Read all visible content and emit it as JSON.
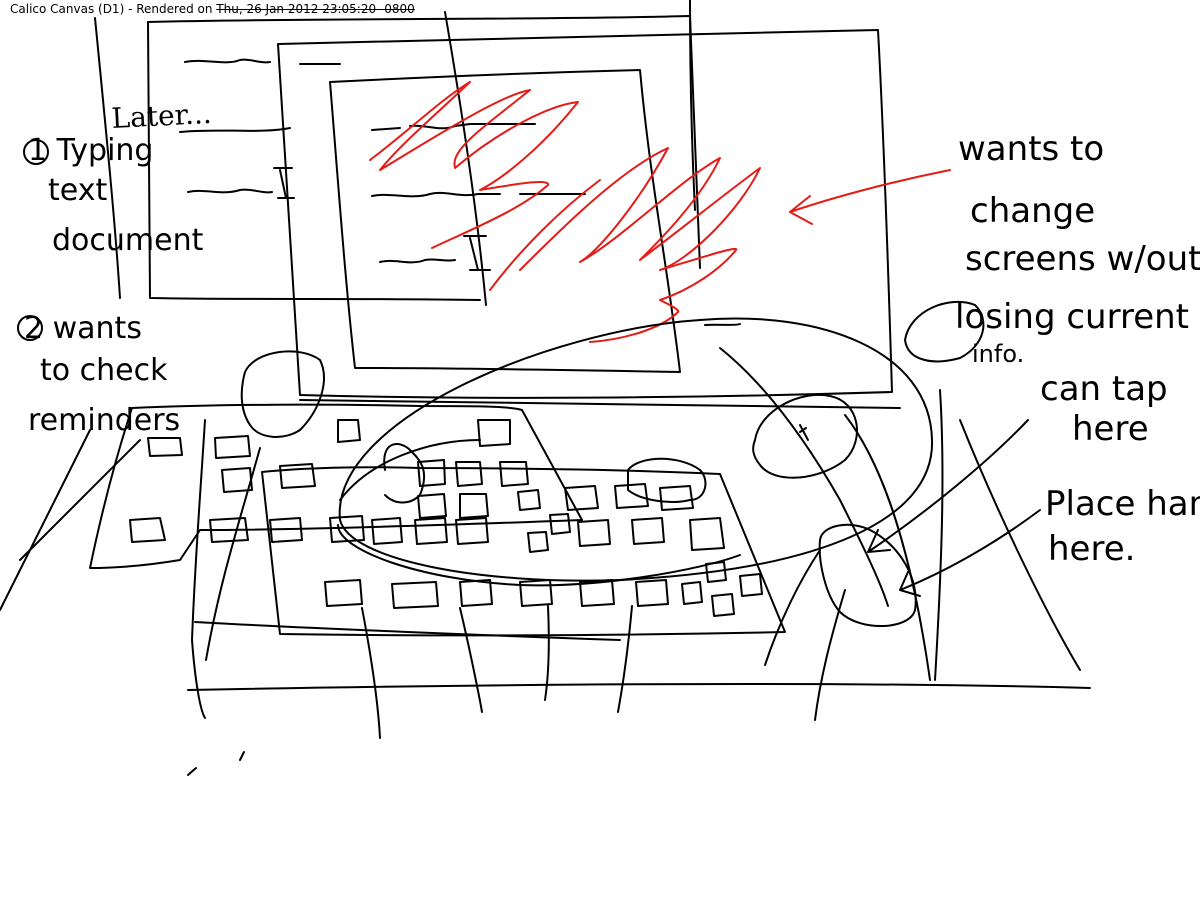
{
  "header": {
    "app_title": "Calico Canvas (D1)",
    "separator": " - ",
    "rendered_label": "Rendered on ",
    "rendered_date": "Thu, 26 Jan 2012 23:05:20 -0800"
  },
  "colors": {
    "ink": "#000000",
    "red_ink": "#e41b17",
    "background": "#ffffff"
  },
  "annotations": {
    "note1": [
      "1 Typing",
      "text",
      "document"
    ],
    "note2": [
      "2 wants",
      "to check",
      "reminders"
    ],
    "note3": [
      "wants to",
      "change",
      "screens w/out",
      "losing current",
      "info."
    ],
    "note4": [
      "can tap",
      "here"
    ],
    "note5": [
      "Place hand",
      "here."
    ],
    "screen_text": "Later..."
  }
}
